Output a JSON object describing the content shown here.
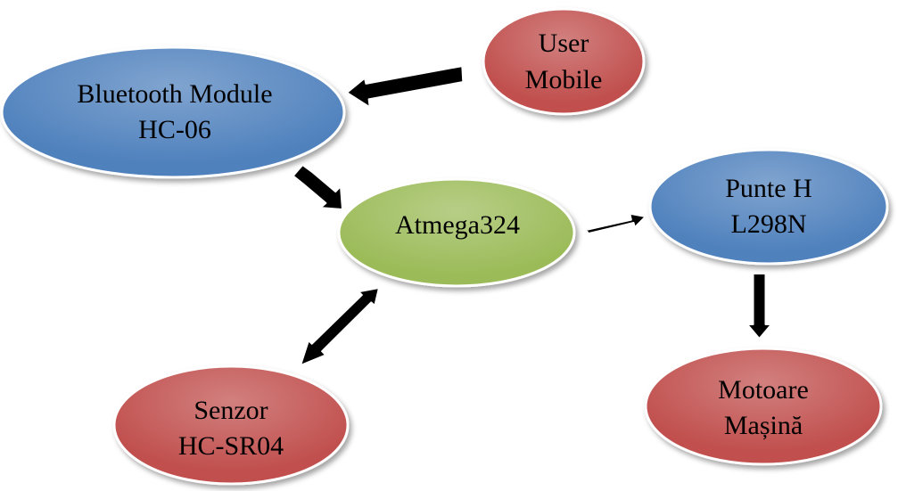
{
  "colors": {
    "blue": "#4f81bd",
    "red": "#c0504d",
    "green": "#9bbb59",
    "arrow": "#000000"
  },
  "nodes": {
    "user_mobile": {
      "line1": "User",
      "line2": "Mobile",
      "color": "red"
    },
    "bluetooth": {
      "line1": "Bluetooth Module",
      "line2": "HC-06",
      "color": "blue"
    },
    "atmega": {
      "line1": "Atmega324",
      "color": "green"
    },
    "punte_h": {
      "line1": "Punte H",
      "line2": "L298N",
      "color": "blue"
    },
    "senzor": {
      "line1": "Senzor",
      "line2": "HC-SR04",
      "color": "red"
    },
    "motoare": {
      "line1": "Motoare",
      "line2": "Mașină",
      "color": "red"
    }
  },
  "edges": [
    {
      "from": "user_mobile",
      "to": "bluetooth",
      "direction": "forward"
    },
    {
      "from": "bluetooth",
      "to": "atmega",
      "direction": "forward"
    },
    {
      "from": "atmega",
      "to": "punte_h",
      "direction": "forward"
    },
    {
      "from": "punte_h",
      "to": "motoare",
      "direction": "forward"
    },
    {
      "from": "atmega",
      "to": "senzor",
      "direction": "both"
    }
  ]
}
